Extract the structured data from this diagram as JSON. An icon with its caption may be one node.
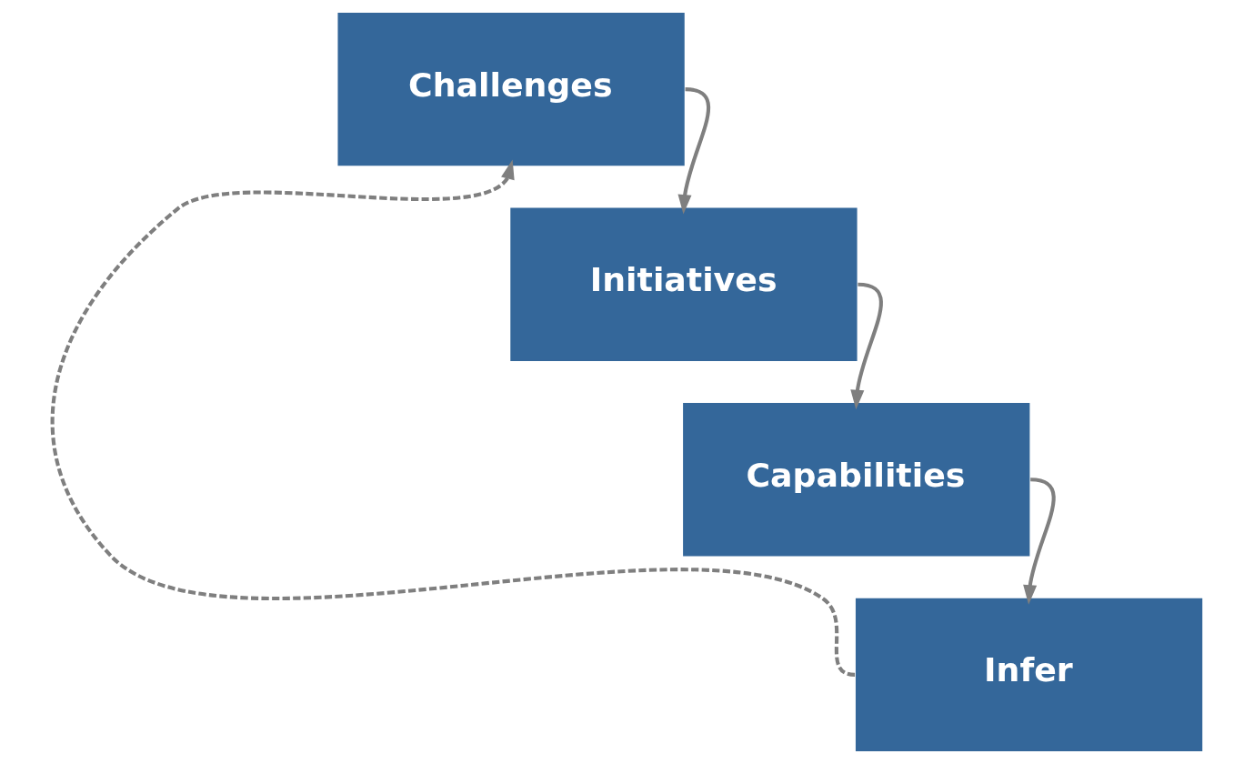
{
  "diagram": {
    "nodes": [
      {
        "text": [
          "Challenges"
        ]
      },
      {
        "text": [
          "Initiatives"
        ]
      },
      {
        "text": [
          "Capabilities"
        ]
      },
      {
        "text": [
          "Infer"
        ]
      }
    ],
    "edges": [
      {
        "from": 0,
        "to": 1,
        "arrow": "to"
      },
      {
        "from": 1,
        "to": 2,
        "arrow": "to"
      },
      {
        "from": 2,
        "to": 3,
        "arrow": "to"
      },
      {
        "from": 3,
        "to": 0,
        "arrow": "to",
        "style": "dashed"
      }
    ]
  }
}
